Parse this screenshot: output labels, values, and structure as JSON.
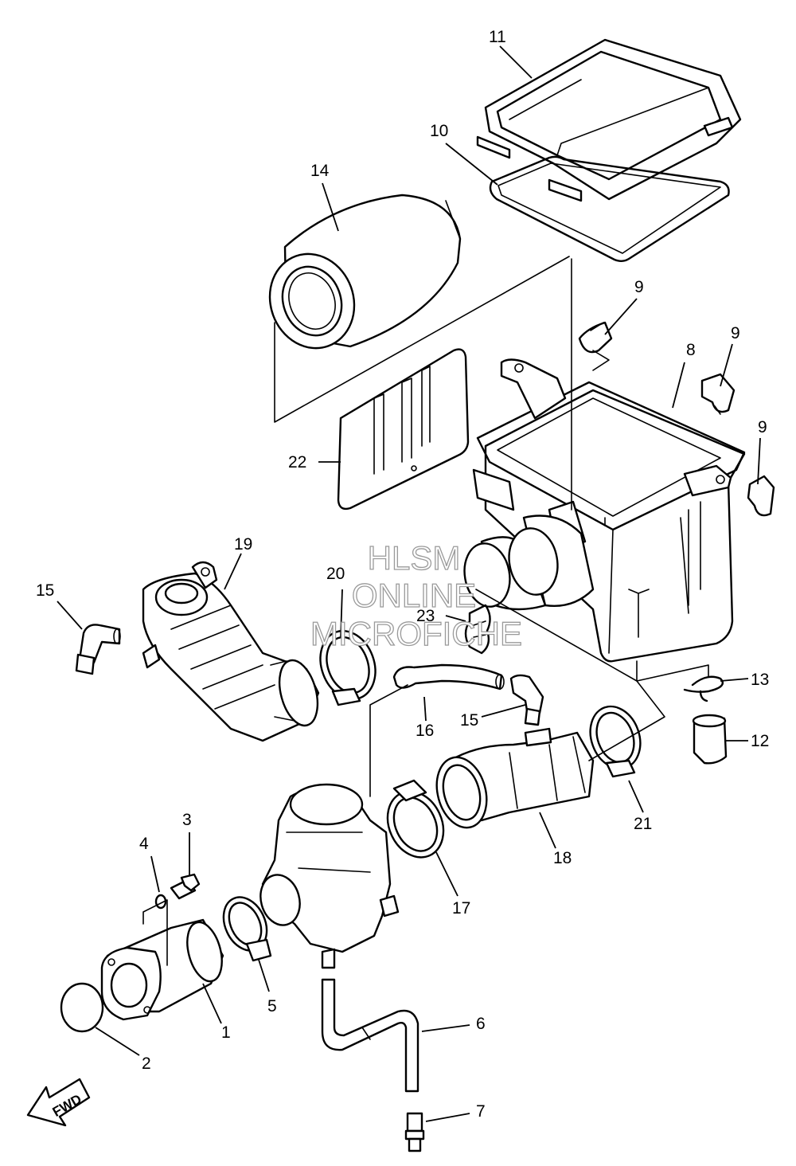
{
  "callouts": [
    {
      "id": "1",
      "text": "1"
    },
    {
      "id": "2",
      "text": "2"
    },
    {
      "id": "3",
      "text": "3"
    },
    {
      "id": "4",
      "text": "4"
    },
    {
      "id": "5",
      "text": "5"
    },
    {
      "id": "6",
      "text": "6"
    },
    {
      "id": "7",
      "text": "7"
    },
    {
      "id": "8",
      "text": "8"
    },
    {
      "id": "9a",
      "text": "9"
    },
    {
      "id": "9b",
      "text": "9"
    },
    {
      "id": "9c",
      "text": "9"
    },
    {
      "id": "10",
      "text": "10"
    },
    {
      "id": "11",
      "text": "11"
    },
    {
      "id": "12",
      "text": "12"
    },
    {
      "id": "13",
      "text": "13"
    },
    {
      "id": "14",
      "text": "14"
    },
    {
      "id": "15a",
      "text": "15"
    },
    {
      "id": "15b",
      "text": "15"
    },
    {
      "id": "16",
      "text": "16"
    },
    {
      "id": "17",
      "text": "17"
    },
    {
      "id": "18",
      "text": "18"
    },
    {
      "id": "19",
      "text": "19"
    },
    {
      "id": "20",
      "text": "20"
    },
    {
      "id": "21",
      "text": "21"
    },
    {
      "id": "22",
      "text": "22"
    },
    {
      "id": "23",
      "text": "23"
    }
  ],
  "watermark": {
    "line1": "HLSM",
    "line2": "ONLINE",
    "line3": "MICROFICHE"
  },
  "direction_marker": {
    "text": "FWD"
  }
}
